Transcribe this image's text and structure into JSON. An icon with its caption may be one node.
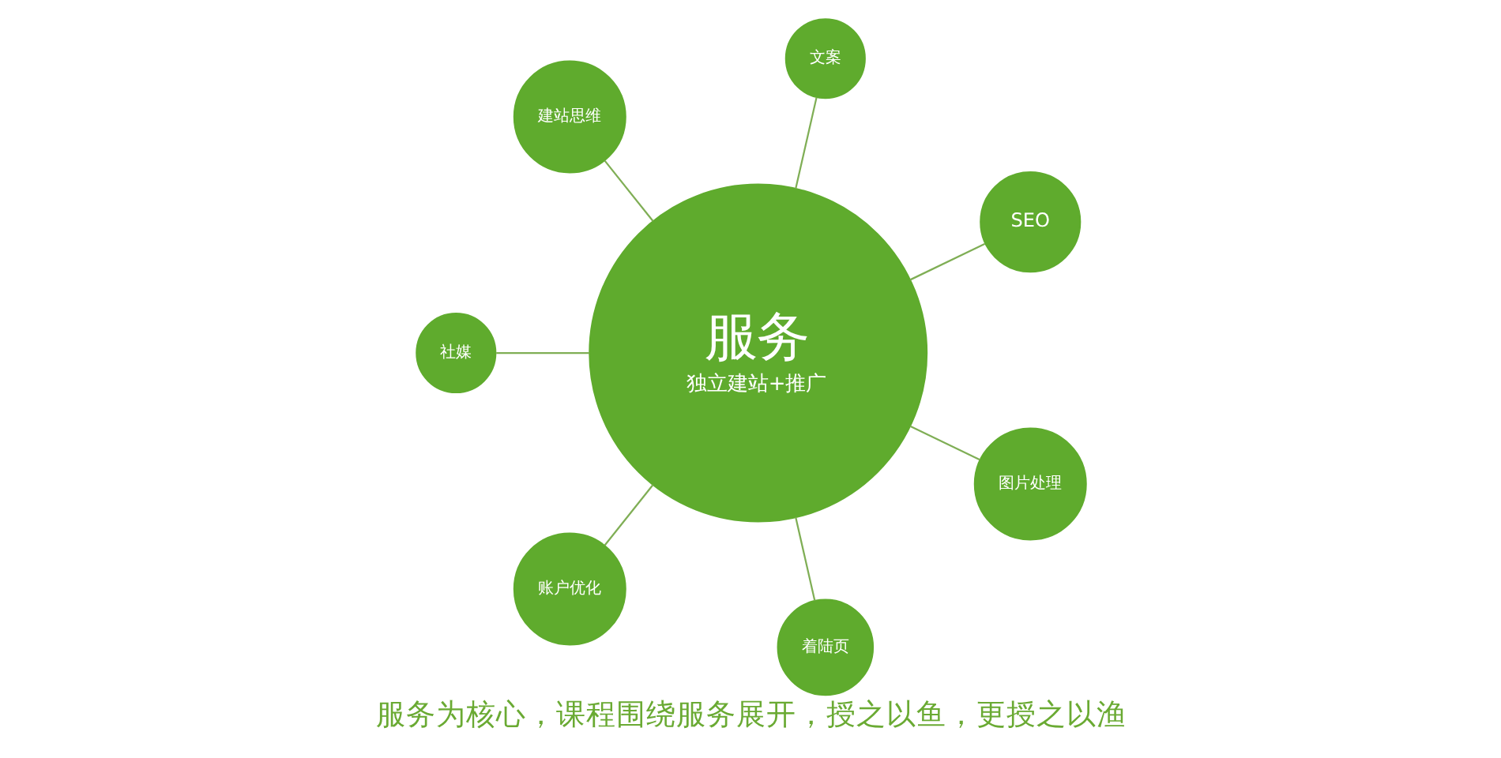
{
  "diagram": {
    "caption": "服务为核心，课程围绕服务展开，授之以鱼，更授之以渔",
    "nodes": [
      {
        "text": [
          "服务",
          "独立建站+推广"
        ]
      },
      {
        "text": [
          "文案"
        ]
      },
      {
        "text": [
          "建站思维"
        ]
      },
      {
        "text": [
          "SEO"
        ]
      },
      {
        "text": [
          "社媒"
        ]
      },
      {
        "text": [
          "图片处理"
        ]
      },
      {
        "text": [
          "账户优化"
        ]
      },
      {
        "text": [
          "着陆页"
        ]
      }
    ],
    "edges": [
      {
        "from": 0,
        "to": 1,
        "arrow": "none"
      },
      {
        "from": 0,
        "to": 3,
        "arrow": "none"
      },
      {
        "from": 0,
        "to": 5,
        "arrow": "none"
      },
      {
        "from": 0,
        "to": 7,
        "arrow": "none"
      },
      {
        "from": 0,
        "to": 6,
        "arrow": "none"
      },
      {
        "from": 0,
        "to": 4,
        "arrow": "none"
      },
      {
        "from": 0,
        "to": 2,
        "arrow": "none"
      }
    ]
  }
}
